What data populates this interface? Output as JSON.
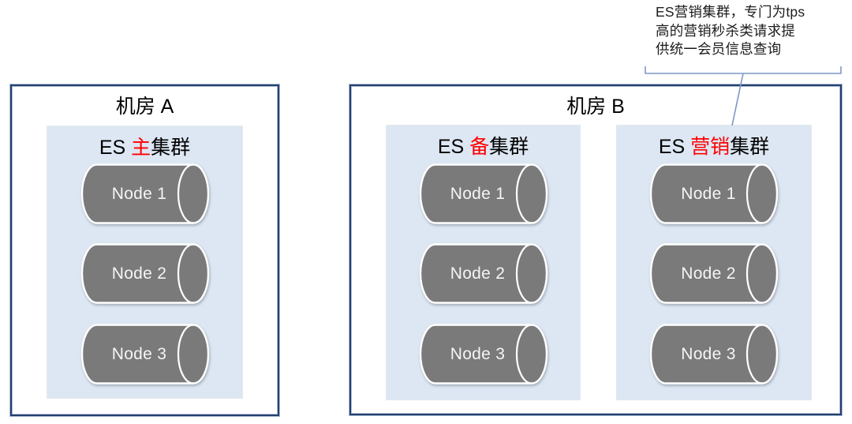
{
  "annotation": {
    "lines": [
      "ES营销集群，专门为tps",
      "高的营销秒杀类请求提",
      "供统一会员信息查询"
    ],
    "target_cluster": "ES 营销集群"
  },
  "rooms": [
    {
      "title": "机房 A",
      "clusters": [
        {
          "title_prefix": "ES ",
          "title_red": "主",
          "title_suffix": "集群",
          "nodes": [
            "Node 1",
            "Node 2",
            "Node 3"
          ]
        }
      ]
    },
    {
      "title": "机房 B",
      "clusters": [
        {
          "title_prefix": "ES ",
          "title_red": "备",
          "title_suffix": "集群",
          "nodes": [
            "Node 1",
            "Node 2",
            "Node 3"
          ]
        },
        {
          "title_prefix": "ES ",
          "title_red": "营销",
          "title_suffix": "集群",
          "nodes": [
            "Node 1",
            "Node 2",
            "Node 3"
          ]
        }
      ]
    }
  ],
  "colors": {
    "accent-red": "#ff0000",
    "panel-bg": "#dde7f3",
    "cylinder-gray": "#7a7a7a",
    "box-border": "#24406e",
    "connector-blue": "#7f97c7"
  }
}
